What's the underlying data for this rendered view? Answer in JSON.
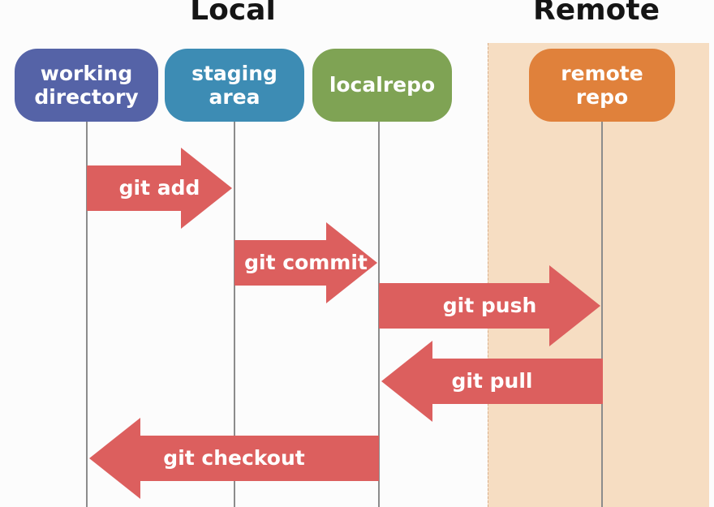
{
  "diagram": {
    "sections": [
      {
        "id": "local",
        "label": "Local"
      },
      {
        "id": "remote",
        "label": "Remote"
      }
    ],
    "nodes": [
      {
        "id": "working-directory",
        "label": "working\ndirectory",
        "color": "#5563a7",
        "section": "local"
      },
      {
        "id": "staging-area",
        "label": "staging\narea",
        "color": "#3d8cb4",
        "section": "local"
      },
      {
        "id": "localrepo",
        "label": "localrepo",
        "color": "#7fa354",
        "section": "local"
      },
      {
        "id": "remote-repo",
        "label": "remote\nrepo",
        "color": "#e0813b",
        "section": "remote"
      }
    ],
    "arrows": [
      {
        "label": "git add",
        "from": "working-directory",
        "to": "staging-area",
        "direction": "right"
      },
      {
        "label": "git commit",
        "from": "staging-area",
        "to": "localrepo",
        "direction": "right"
      },
      {
        "label": "git push",
        "from": "localrepo",
        "to": "remote-repo",
        "direction": "right"
      },
      {
        "label": "git pull",
        "from": "remote-repo",
        "to": "localrepo",
        "direction": "left"
      },
      {
        "label": "git checkout",
        "from": "localrepo",
        "to": "working-directory",
        "direction": "left"
      }
    ],
    "colors": {
      "arrow": "#dc5f5e",
      "remote_background": "#f6ddc2",
      "remote_background_dash_border": "#d9ae89",
      "lifeline": "#8c8c8c",
      "node_text": "#ffffff",
      "title_text": "#151515",
      "page_background": "#fcfcfc"
    }
  }
}
